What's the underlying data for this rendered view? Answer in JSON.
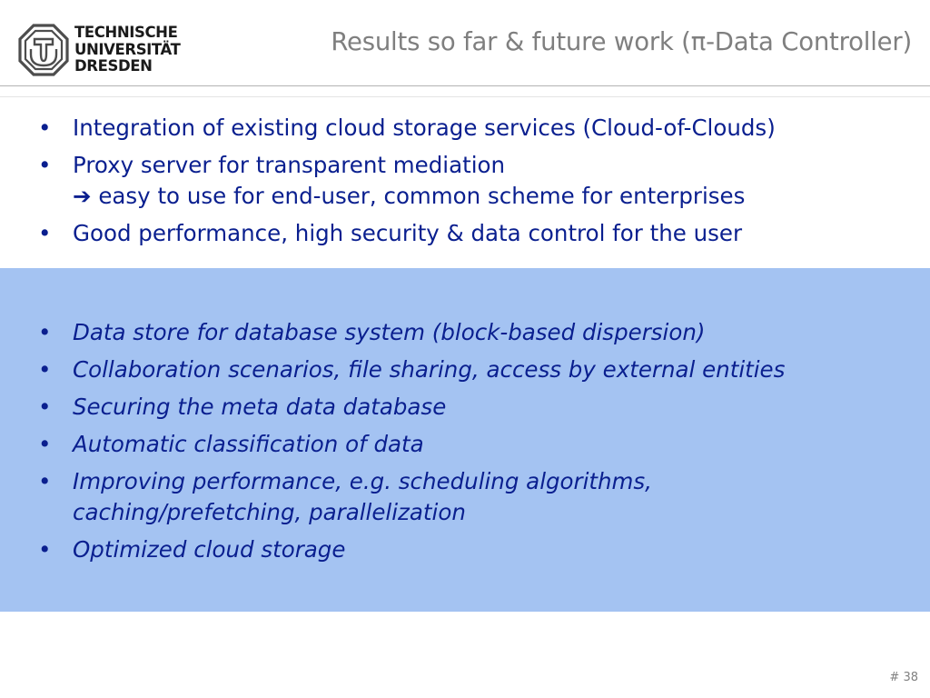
{
  "logo": {
    "line1": "TECHNISCHE",
    "line2": "UNIVERSITÄT",
    "line3": "DRESDEN",
    "mark_icon": "tu-dresden-logo-icon",
    "mark_color": "#4d4d4d"
  },
  "title": "Results so far & future work (π-Data Controller)",
  "results": [
    {
      "lines": [
        "Integration of existing cloud storage services (Cloud-of-Clouds)"
      ]
    },
    {
      "lines": [
        "Proxy server for transparent mediation",
        "➔ easy to use for end-user, common scheme for enterprises"
      ]
    },
    {
      "lines": [
        "Good performance, high security & data control for the user"
      ]
    }
  ],
  "future_work": [
    {
      "lines": [
        "Data store for database system (block-based dispersion)"
      ]
    },
    {
      "lines": [
        "Collaboration scenarios, file sharing, access by external entities"
      ]
    },
    {
      "lines": [
        "Securing the meta data database"
      ]
    },
    {
      "lines": [
        "Automatic classification of data"
      ]
    },
    {
      "lines": [
        "Improving performance, e.g. scheduling algorithms,",
        "caching/prefetching, parallelization"
      ]
    },
    {
      "lines": [
        "Optimized cloud storage"
      ]
    }
  ],
  "bullet_glyph": "•",
  "page_number": "# 38",
  "colors": {
    "text": "#0a1f8f",
    "title": "#7f7f7f",
    "future_box": "#a4c3f2",
    "page_number": "#808080"
  }
}
